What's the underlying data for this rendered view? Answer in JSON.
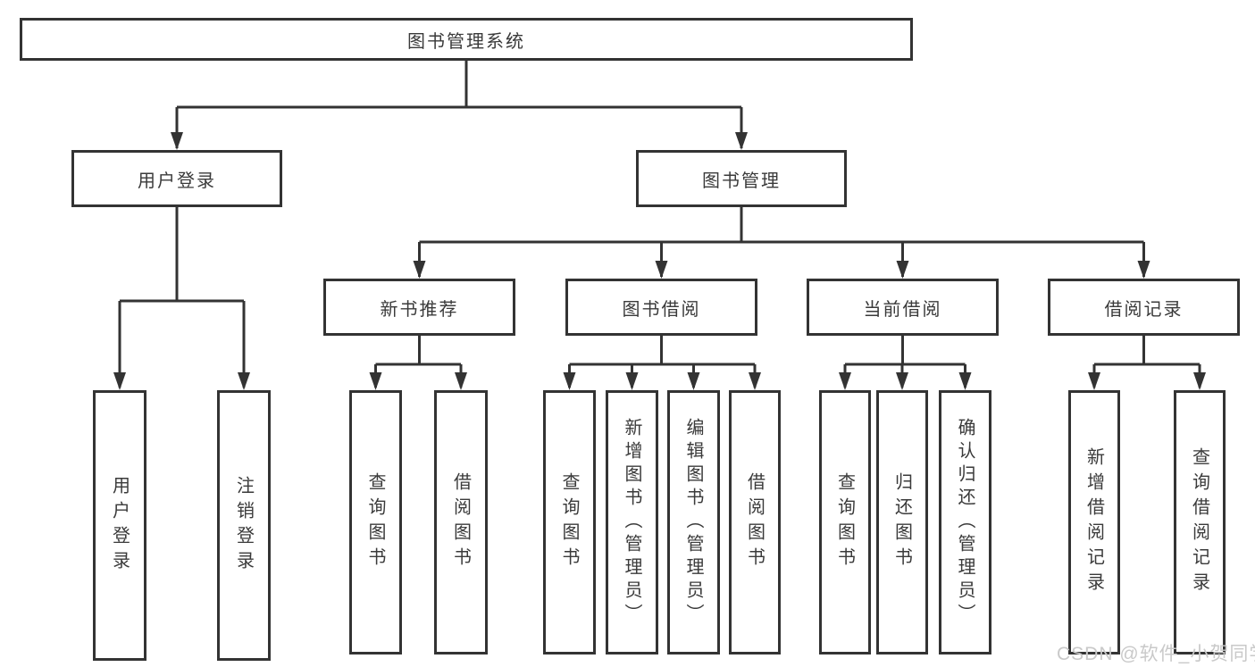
{
  "diagram": {
    "root": {
      "label": "图书管理系统"
    },
    "login_branch": {
      "label": "用户登录",
      "children": [
        {
          "label": "用户登录"
        },
        {
          "label": "注销登录"
        }
      ]
    },
    "mgmt_branch": {
      "label": "图书管理",
      "groups": [
        {
          "label": "新书推荐",
          "children": [
            {
              "label": "查询图书"
            },
            {
              "label": "借阅图书"
            }
          ]
        },
        {
          "label": "图书借阅",
          "children": [
            {
              "label": "查询图书"
            },
            {
              "label": "新增图书（管理员）"
            },
            {
              "label": "编辑图书（管理员）"
            },
            {
              "label": "借阅图书"
            }
          ]
        },
        {
          "label": "当前借阅",
          "children": [
            {
              "label": "查询图书"
            },
            {
              "label": "归还图书"
            },
            {
              "label": "确认归还（管理员）"
            }
          ]
        },
        {
          "label": "借阅记录",
          "children": [
            {
              "label": "新增借阅记录"
            },
            {
              "label": "查询借阅记录"
            }
          ]
        }
      ]
    }
  },
  "watermark": {
    "text": "CSDN @软件_小贺同学"
  },
  "colors": {
    "line": "#333333",
    "box_border": "#333333",
    "box_fill": "#ffffff",
    "text": "#3a3a3a",
    "watermark": "#c9c9c9"
  }
}
